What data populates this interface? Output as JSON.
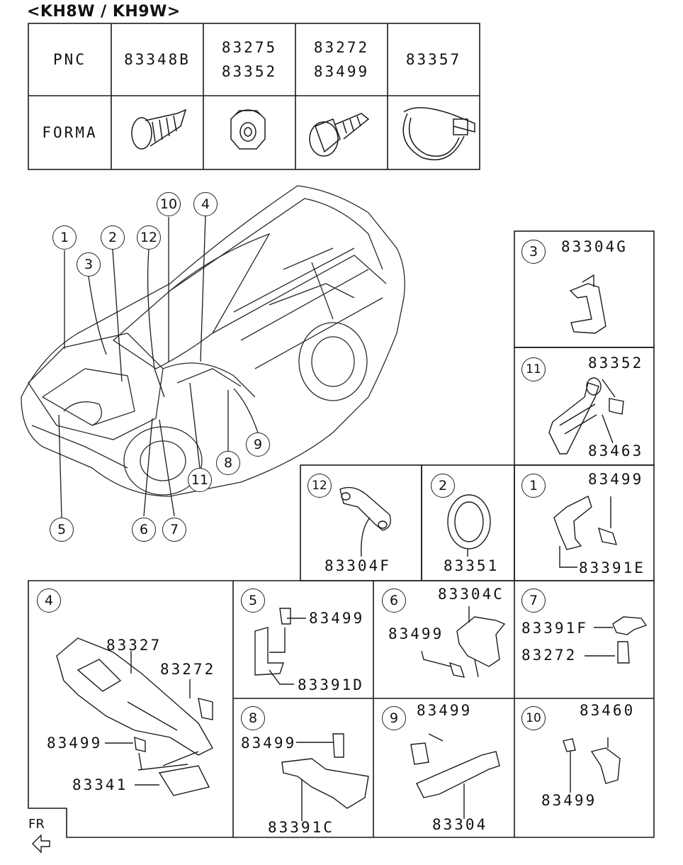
{
  "title": "<KH8W / KH9W>",
  "table": {
    "row_pnc": "PNC",
    "row_forma": "FORMA",
    "columns": [
      {
        "pnc": [
          "83348B"
        ],
        "icon": "tapping-screw-icon"
      },
      {
        "pnc": [
          "83275",
          "83352"
        ],
        "icon": "nut-icon"
      },
      {
        "pnc": [
          "83272",
          "83499"
        ],
        "icon": "flange-bolt-icon"
      },
      {
        "pnc": [
          "83357"
        ],
        "icon": "cable-tie-band-icon"
      }
    ]
  },
  "car_callouts": [
    "1",
    "2",
    "3",
    "10",
    "12",
    "4",
    "5",
    "6",
    "7",
    "11",
    "8",
    "9"
  ],
  "panels": {
    "p3": {
      "num": "3",
      "parts": [
        "83304G"
      ]
    },
    "p11": {
      "num": "11",
      "parts": [
        "83352",
        "83463"
      ]
    },
    "p12": {
      "num": "12",
      "parts": [
        "83304F"
      ]
    },
    "p2": {
      "num": "2",
      "parts": [
        "83351"
      ]
    },
    "p1": {
      "num": "1",
      "parts": [
        "83499",
        "83391E"
      ]
    },
    "p4": {
      "num": "4",
      "parts": [
        "83327",
        "83272",
        "83499",
        "83341"
      ]
    },
    "p5": {
      "num": "5",
      "parts": [
        "83499",
        "83391D"
      ]
    },
    "p6": {
      "num": "6",
      "parts": [
        "83304C",
        "83499"
      ]
    },
    "p7": {
      "num": "7",
      "parts": [
        "83391F",
        "83272"
      ]
    },
    "p8": {
      "num": "8",
      "parts": [
        "83499",
        "83391C"
      ]
    },
    "p9": {
      "num": "9",
      "parts": [
        "83499",
        "83304"
      ]
    },
    "p10": {
      "num": "10",
      "parts": [
        "83460",
        "83499"
      ]
    }
  },
  "front_indicator": "FR"
}
